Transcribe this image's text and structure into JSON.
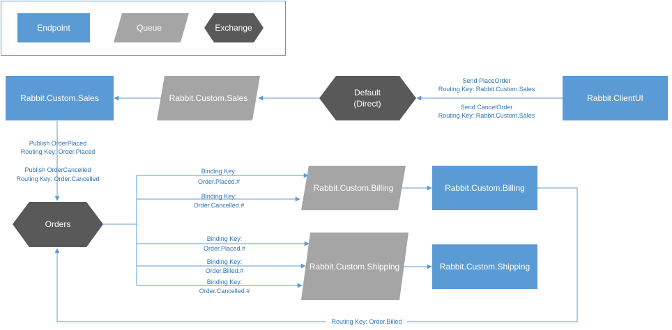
{
  "colors": {
    "endpoint": "#5b9bd5",
    "queue": "#a5a5a5",
    "exchange": "#595959",
    "line": "#5b9bd5",
    "edge_text": "#2e74b5",
    "legend_border": "#5b9bd5"
  },
  "legend": {
    "endpoint": "Endpoint",
    "queue": "Queue",
    "exchange": "Exchange"
  },
  "nodes": {
    "sales_endpoint": "Rabbit.Custom.Sales",
    "sales_queue": "Rabbit.Custom.Sales",
    "default_exchange": [
      "Default",
      "(Direct)"
    ],
    "client_ui": "Rabbit.ClientUI",
    "orders_exchange": "Orders",
    "billing_queue": "Rabbit.Custom.Billing",
    "billing_endpoint": "Rabbit.Custom.Billing",
    "shipping_queue": "Rabbit.Custom.Shipping",
    "shipping_endpoint": "Rabbit.Custom.Shipping"
  },
  "edges": {
    "send_place_order": [
      "Send PlaceOrder",
      "Routing Key: Rabbit.Custom.Sales"
    ],
    "send_cancel_order": [
      "Send CancelOrder",
      "Routing Key: Rabbit.Custom.Sales"
    ],
    "publish_order_placed": [
      "Publish OrderPlaced",
      "Routing Key: Order.Placed"
    ],
    "publish_order_cancelled": [
      "Publish OrderCancelled",
      "Routing Key: Order.Cancelled"
    ],
    "billing_placed": [
      "Binding Key:",
      "Order.Placed.#"
    ],
    "billing_cancelled": [
      "Binding Key:",
      "Order.Cancelled.#"
    ],
    "shipping_placed": [
      "Binding Key:",
      "Order.Placed.#"
    ],
    "shipping_billed": [
      "Binding Key:",
      "Order.Billed.#"
    ],
    "shipping_cancelled": [
      "Binding Key:",
      "Order.Cancelled.#"
    ],
    "order_billed": "Routing Key: Order.Billed"
  }
}
